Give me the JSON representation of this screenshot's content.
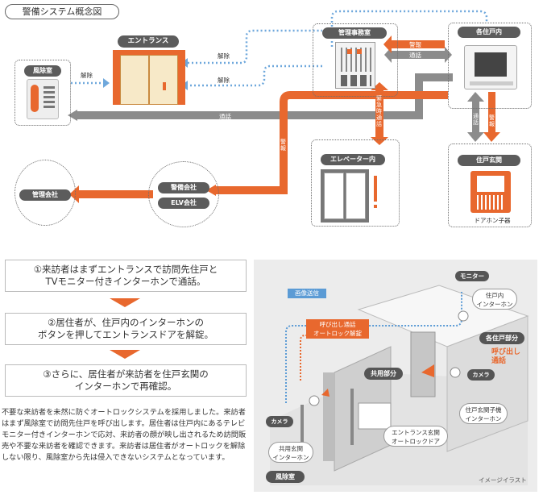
{
  "title": "警備システム概念図",
  "rooms": {
    "entrance": "エントランス",
    "windscreen": "風除室",
    "management": "管理事務室",
    "residence": "各住戸内",
    "elevator": "エレベーター内",
    "genkan": "住戸玄関",
    "intercom_sub": "ドアホン子器",
    "security_co": "警備会社",
    "elv_co": "ELV会社",
    "mgmt_co": "管理会社"
  },
  "arrows": {
    "unlock1": "解除",
    "unlock2": "解除",
    "unlock3": "解除",
    "alarm_to_mgmt": "警報",
    "call_mgmt": "通話",
    "call_windscreen": "通話",
    "emergency_call": "緊急時通話",
    "alarm_to_sec": "警報",
    "call_genkan": "通話",
    "alarm_genkan": "警報"
  },
  "steps": [
    "①来訪者はまずエントランスで訪問先住戸と\nTVモニター付きインターホンで通話。",
    "②居住者が、住戸内のインターホンの\nボタンを押してエントランスドアを解錠。",
    "③さらに、居住者が来訪者を住戸玄関の\nインターホンで再確認。"
  ],
  "description": "不要な来訪者を未然に防ぐオートロックシステムを採用しました。来訪者はまず風除室で訪問先住戸を呼び出します。居住者は住戸内にあるテレビモニター付きインターホンで応対、来訪者の顔が映し出されるため訪問販売や不要な来訪者を確認できます。来訪者は居住者がオートロックを解除しない限り、風除室から先は侵入できないシステムとなっています。",
  "illustration": {
    "monitor": "モニター",
    "image_send": "画像送信",
    "call_unlock": "呼び出し通話\nオートロック解錠",
    "unit_intercom": "住戸内\nインターホン",
    "unit_part": "各住戸部分",
    "call_out": "呼び出し\n通話",
    "camera1": "カメラ",
    "camera2": "カメラ",
    "common_part": "共用部分",
    "unit_sub_intercom": "住戸玄関子機\nインターホン",
    "entrance_autolock": "エントランス玄関\nオートロックドア",
    "common_intercom": "共用玄関\nインターホン",
    "windscreen_room": "風除室",
    "image_note": "イメージイラスト"
  },
  "colors": {
    "orange": "#e8682e",
    "gray_arrow": "#8c8c8c",
    "blue_dotted": "#6fa8dc",
    "label_dark": "#5c5c5c"
  }
}
